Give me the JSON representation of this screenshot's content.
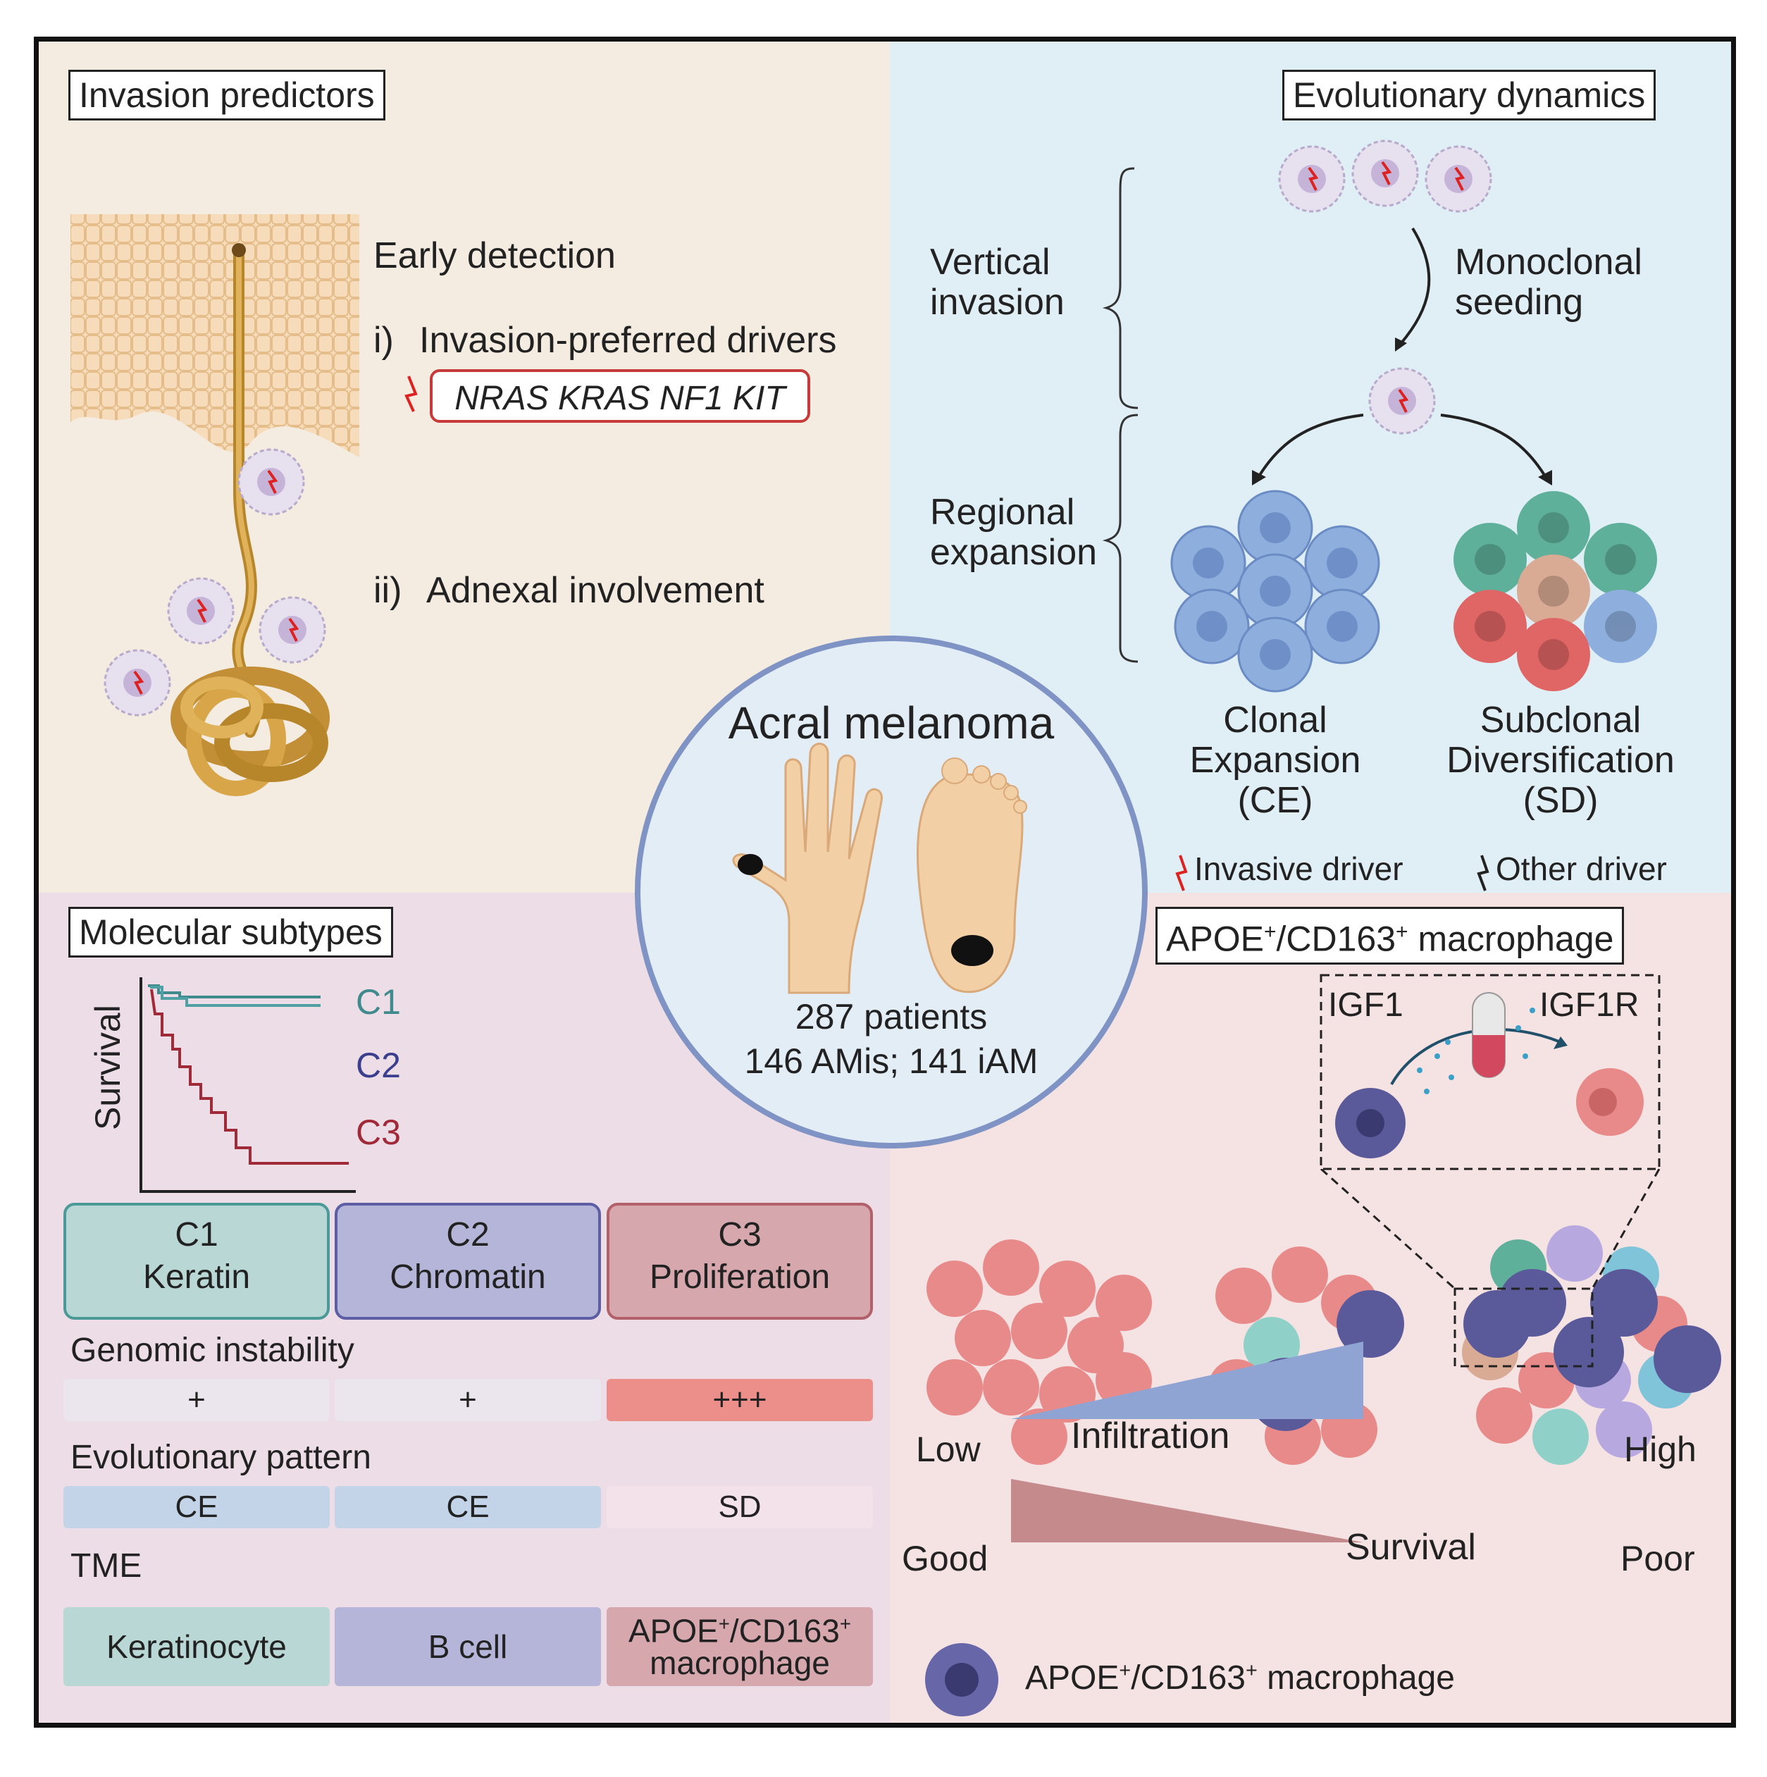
{
  "invasion": {
    "title": "Invasion predictors",
    "early": "Early detection",
    "item1_num": "i)",
    "item1": "Invasion-preferred drivers",
    "drivers": "NRAS KRAS NF1 KIT",
    "item2_num": "ii)",
    "item2": "Adnexal involvement"
  },
  "evolution": {
    "title": "Evolutionary dynamics",
    "vertical": "Vertical\ninvasion",
    "regional": "Regional\nexpansion",
    "seeding": "Monoclonal\nseeding",
    "ce_label": "Clonal\nExpansion\n(CE)",
    "sd_label": "Subclonal\nDiversification\n(SD)",
    "legend_invasive": "Invasive driver",
    "legend_other": "Other driver"
  },
  "center": {
    "title": "Acral melanoma",
    "patients": "287 patients",
    "cohort": "146 AMis; 141 iAM"
  },
  "molecular": {
    "title": "Molecular subtypes",
    "ylabel": "Survival",
    "curves": [
      "C1",
      "C2",
      "C3"
    ],
    "subtypes": [
      {
        "code": "C1",
        "name": "Keratin"
      },
      {
        "code": "C2",
        "name": "Chromatin"
      },
      {
        "code": "C3",
        "name": "Proliferation"
      }
    ],
    "genomic_label": "Genomic instability",
    "genomic": [
      "+",
      "+",
      "+++"
    ],
    "evolution_label": "Evolutionary pattern",
    "evolution": [
      "CE",
      "CE",
      "SD"
    ],
    "tme_label": "TME",
    "tme": [
      "Keratinocyte",
      "B cell"
    ],
    "tme3_line1": "APOE",
    "tme3_sup1": "+",
    "tme3_mid": "/CD163",
    "tme3_sup2": "+",
    "tme3_line2": "macrophage"
  },
  "macrophage": {
    "title_a": "APOE",
    "title_sup1": "+",
    "title_b": "/CD163",
    "title_sup2": "+",
    "title_c": " macrophage",
    "igf1": "IGF1",
    "igf1r": "IGF1R",
    "low": "Low",
    "high": "High",
    "infiltration": "Infiltration",
    "good": "Good",
    "poor": "Poor",
    "survival": "Survival",
    "legend_a": "APOE",
    "legend_sup1": "+",
    "legend_b": "/CD163",
    "legend_sup2": "+",
    "legend_c": " macrophage"
  },
  "colors": {
    "c1": "#3f8a8c",
    "c2": "#3b3f8e",
    "c3": "#a02a38",
    "ce_blue": "#7f9fd2",
    "sd_green": "#5aa892",
    "sd_red": "#e06565",
    "macrophage": "#5a5a9a"
  }
}
